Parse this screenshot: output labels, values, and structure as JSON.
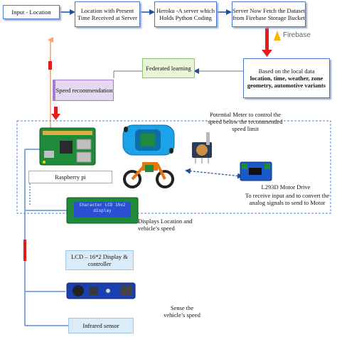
{
  "colors": {
    "arrow_red": "#e11d1d",
    "arrow_orange": "#f0a070",
    "connector_blue": "#5a8fd6",
    "frame_dash": "#4f86d0",
    "firebase_yellow": "#f7b600",
    "fl_fill": "#e8f5d8",
    "fl_border": "#8cc36b",
    "speed_fill": "#e4d9f0",
    "speed_border": "#a27fc8",
    "lcd_fill": "#d9ecf7",
    "lcd_border": "#9cc7e3",
    "ir_fill": "#d9ecf7",
    "ir_border": "#9cc7e3"
  },
  "nodes": {
    "input_location": "Input - Location",
    "location_time": "Location with Present Time Received at Server",
    "heroku": "Heroku -A server which Holds Python Coding",
    "server_fetch": "Server Now Fetch the Dataset from Firebase Storage Bucket",
    "firebase": "Firebase",
    "local_data_lead": "Based on the local data",
    "local_data_bold": "location, time, weather, zone geometry, automotive variants",
    "federated": "Federated learning",
    "speed_rec": "Speed recommendation",
    "raspberry": "Raspberry pi",
    "potentiometer": "Potential Meter to control the speed below the recommended speed limit",
    "motor_title": "L293D Motor Drive",
    "motor_desc": "To receive input and to convert the analog signals to send to Motor",
    "lcd_text": "Displays Location and vehicle’s speed",
    "lcd_box": "LCD – 16*2 Display & controller",
    "lcd_screen": "Character LCD 16x2 display",
    "sense": "Sense the vehicle’s speed",
    "ir_box": "Infrared sensor"
  }
}
